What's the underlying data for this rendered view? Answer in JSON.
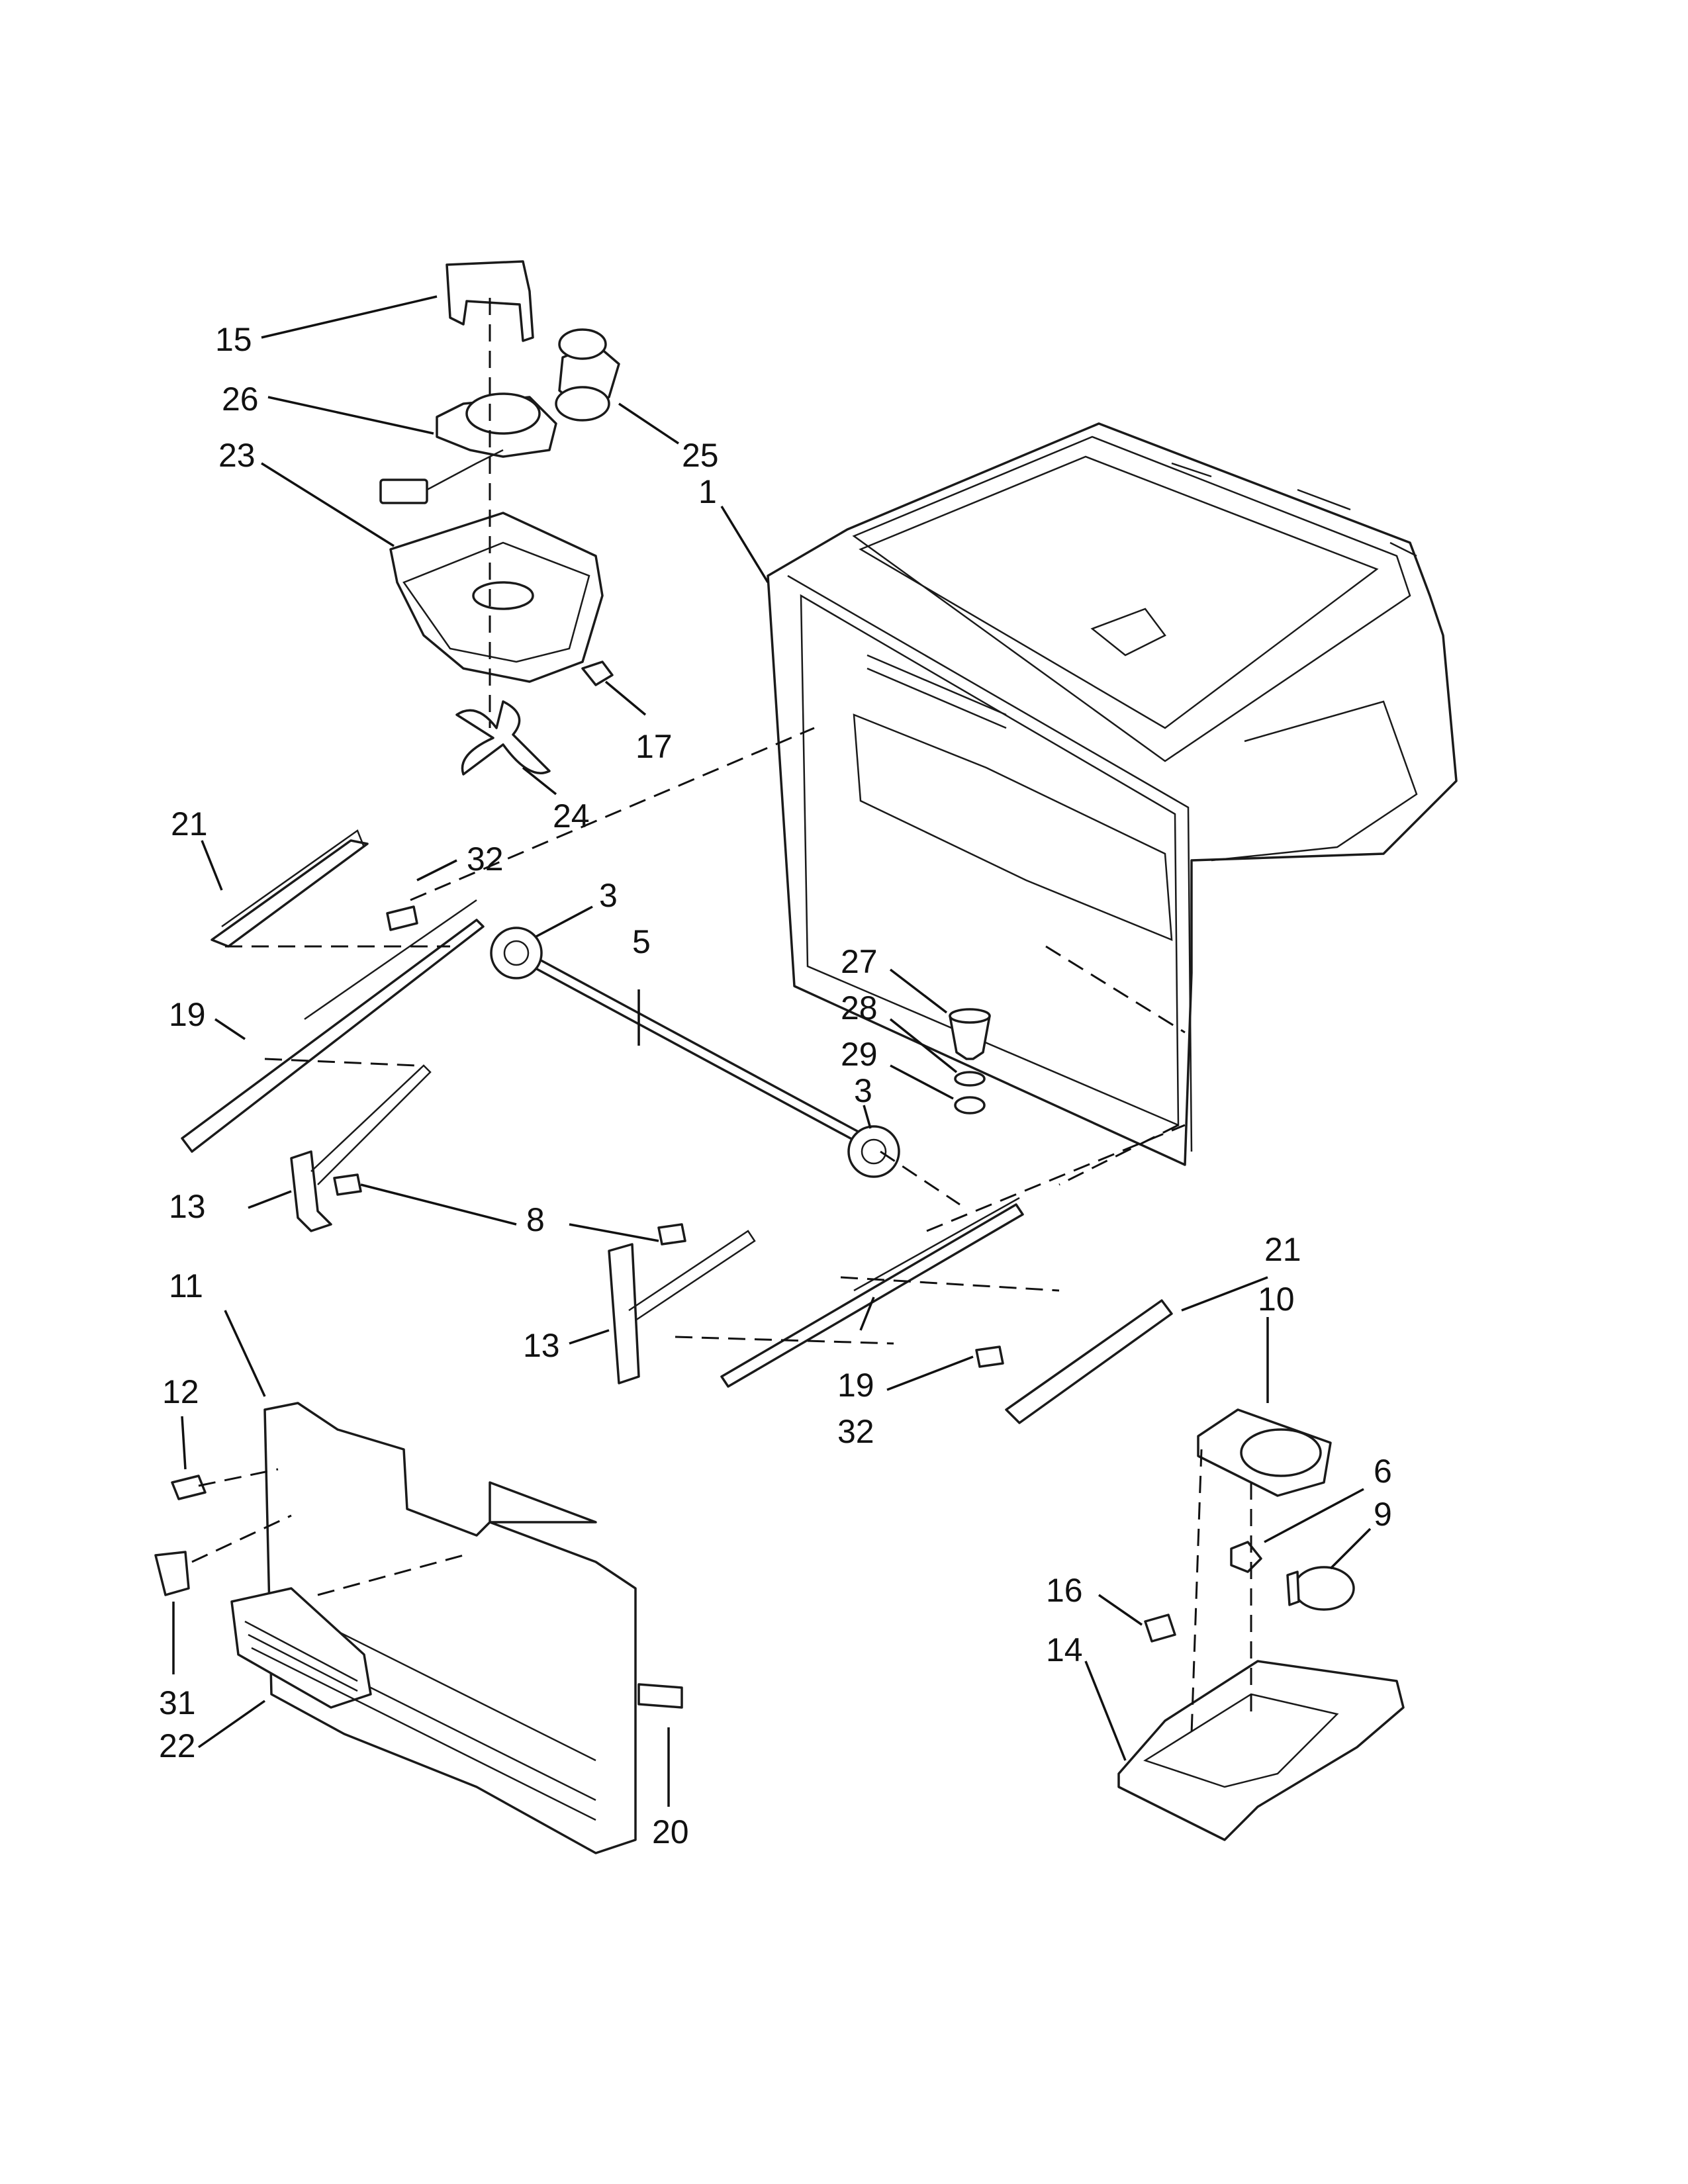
{
  "diagram": {
    "callouts": [
      {
        "id": "c15",
        "text": "15"
      },
      {
        "id": "c26",
        "text": "26"
      },
      {
        "id": "c23",
        "text": "23"
      },
      {
        "id": "c25",
        "text": "25"
      },
      {
        "id": "c1",
        "text": "1"
      },
      {
        "id": "c17",
        "text": "17"
      },
      {
        "id": "c24",
        "text": "24"
      },
      {
        "id": "c21a",
        "text": "21"
      },
      {
        "id": "c32a",
        "text": "32"
      },
      {
        "id": "c3a",
        "text": "3"
      },
      {
        "id": "c5",
        "text": "5"
      },
      {
        "id": "c27",
        "text": "27"
      },
      {
        "id": "c28",
        "text": "28"
      },
      {
        "id": "c29",
        "text": "29"
      },
      {
        "id": "c3b",
        "text": "3"
      },
      {
        "id": "c19a",
        "text": "19"
      },
      {
        "id": "c13a",
        "text": "13"
      },
      {
        "id": "c8",
        "text": "8"
      },
      {
        "id": "c21b",
        "text": "21"
      },
      {
        "id": "c10",
        "text": "10"
      },
      {
        "id": "c11",
        "text": "11"
      },
      {
        "id": "c13b",
        "text": "13"
      },
      {
        "id": "c19b",
        "text": "19"
      },
      {
        "id": "c32b",
        "text": "32"
      },
      {
        "id": "c12",
        "text": "12"
      },
      {
        "id": "c6",
        "text": "6"
      },
      {
        "id": "c9",
        "text": "9"
      },
      {
        "id": "c16",
        "text": "16"
      },
      {
        "id": "c14",
        "text": "14"
      },
      {
        "id": "c31",
        "text": "31"
      },
      {
        "id": "c22",
        "text": "22"
      },
      {
        "id": "c20",
        "text": "20"
      }
    ]
  }
}
